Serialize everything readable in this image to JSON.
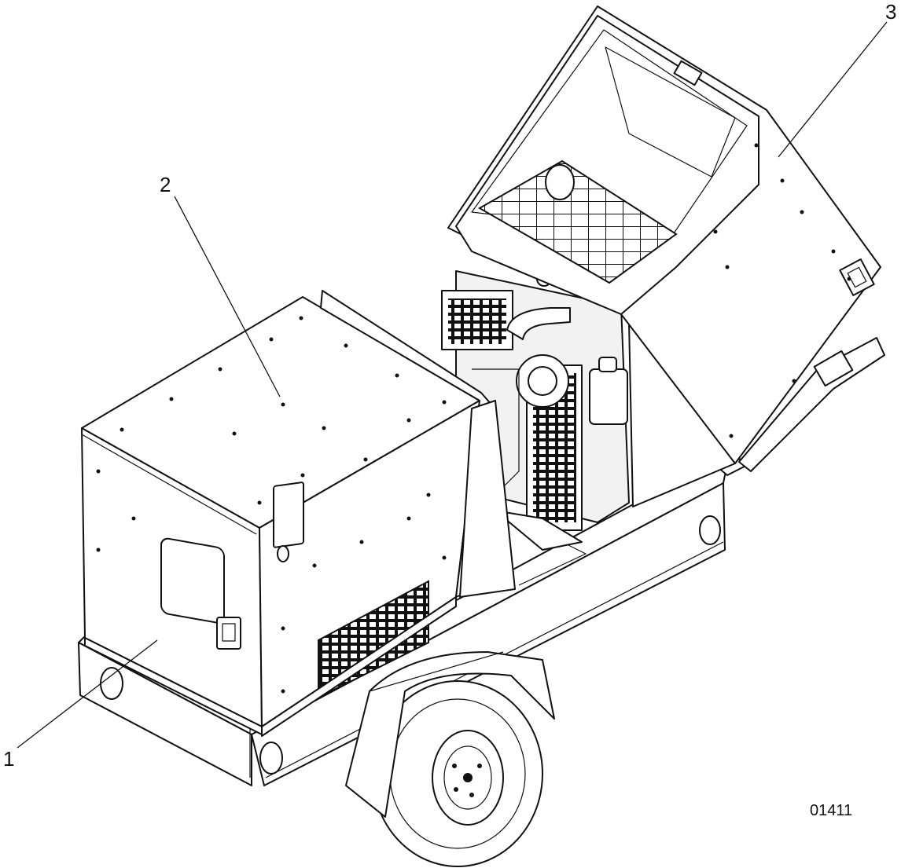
{
  "callouts": [
    {
      "id": "1",
      "label": "1"
    },
    {
      "id": "2",
      "label": "2"
    },
    {
      "id": "3",
      "label": "3"
    }
  ],
  "drawing_number": "01411",
  "colors": {
    "line": "#111111",
    "background": "#ffffff"
  }
}
